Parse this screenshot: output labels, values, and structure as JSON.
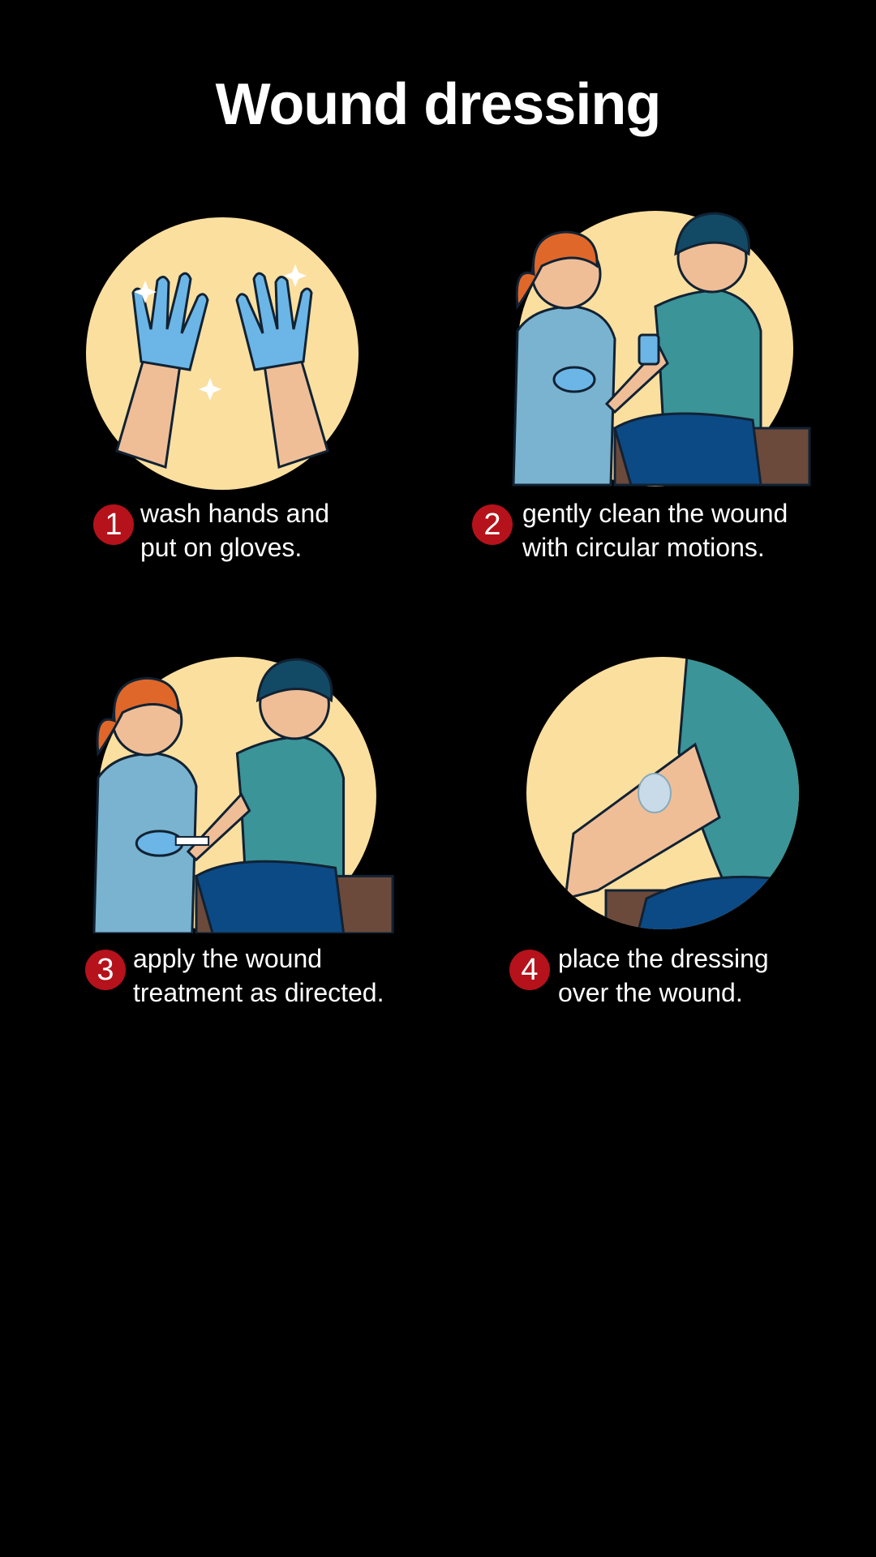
{
  "title": "Wound dressing",
  "colors": {
    "background": "#000000",
    "circle": "#fbdf9f",
    "badge": "#b5121b",
    "glove": "#6bb6e6",
    "shirt": "#3a9498",
    "scrubs": "#7ab3cf",
    "skin": "#efbe97",
    "hair_nurse": "#e0672a",
    "hair_patient": "#124a66",
    "pants": "#0c4a86",
    "bench": "#6b4a3c"
  },
  "steps": [
    {
      "number": "1",
      "line1": "wash hands and",
      "line2": "put on gloves.",
      "icon": "gloved-hands-icon"
    },
    {
      "number": "2",
      "line1": "gently clean the wound",
      "line2": "with circular motions.",
      "icon": "nurse-cleaning-wound-icon"
    },
    {
      "number": "3",
      "line1": "apply the wound",
      "line2": "treatment as directed.",
      "icon": "nurse-applying-treatment-icon"
    },
    {
      "number": "4",
      "line1": "place the dressing",
      "line2": "over the wound.",
      "icon": "dressing-on-arm-icon"
    }
  ]
}
